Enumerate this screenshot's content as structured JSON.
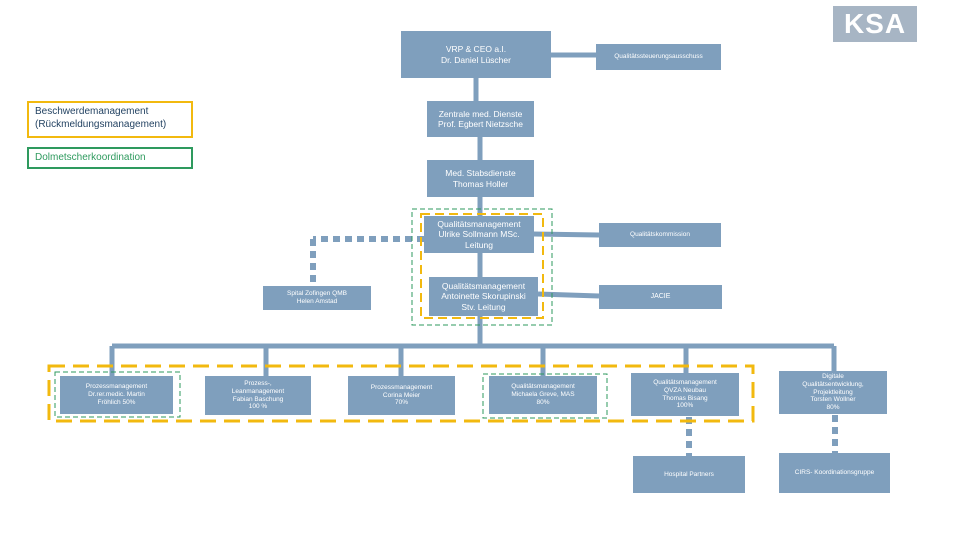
{
  "logo": "KSA",
  "colors": {
    "box": "#7f9fbd",
    "line": "#7f9fbd",
    "yellow": "#f2b90f",
    "green": "#2e9a5e"
  },
  "legend": {
    "complaints": {
      "line1": "Beschwerdemanagement",
      "line2": "(Rückmeldungsmanagement)"
    },
    "interpreter": "Dolmetscherkoordination"
  },
  "nodes": {
    "ceo": [
      "VRP & CEO a.I.",
      "Dr. Daniel Lüscher"
    ],
    "steering": [
      "Qualitätssteuerungsausschuss"
    ],
    "central": [
      "Zentrale med. Dienste",
      "Prof. Egbert Nietzsche"
    ],
    "staff": [
      "Med. Stabsdienste",
      "Thomas Holler"
    ],
    "qm_lead": [
      "Qualitätsmanagement",
      "Ulrike Sollmann MSc.",
      "Leitung"
    ],
    "commission": [
      "Qualitätskommission"
    ],
    "qm_deputy": [
      "Qualitätsmanagement",
      "Antoinette Skorupinski",
      "Stv. Leitung"
    ],
    "jacie": [
      "JACIE"
    ],
    "zofingen": [
      "Spital Zofingen QMB",
      "Helen Amstad"
    ],
    "process": [
      "Prozessmanagement",
      "Dr.rer.medic. Martin",
      "Fröhlich 50%"
    ],
    "lean": [
      "Prozess-,",
      "Leanmanagement",
      "Fabian Baschung",
      "100 %"
    ],
    "corina": [
      "Prozessmanagement",
      "Corina Meier",
      "70%"
    ],
    "greve": [
      "Qualitätsmanagement",
      "Michaela Greve, MAS",
      "80%"
    ],
    "qvza": [
      "Qualitätsmanagement",
      "QVZA Neubau",
      "Thomas Bisang",
      "100%"
    ],
    "digital": [
      "Digitale",
      "Qualitätsentwicklung,",
      "Projektleitung",
      "Torsten Wollner",
      "80%"
    ],
    "hospital": [
      "Hospital Partners"
    ],
    "cirs": [
      "CIRS- Koordinationsgruppe"
    ]
  }
}
